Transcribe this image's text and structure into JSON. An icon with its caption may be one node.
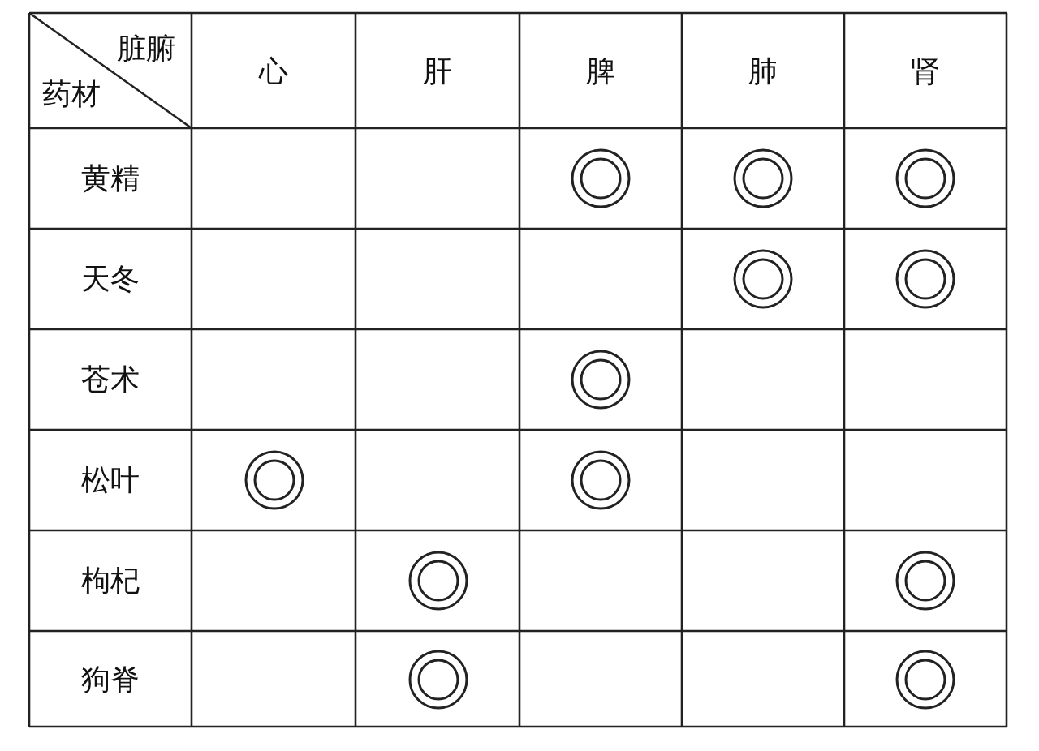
{
  "diagram": {
    "nodes": [
      {
        "text": [],
        "shape": "circle"
      },
      {
        "text": [],
        "shape": "circle"
      },
      {
        "text": [],
        "shape": "circle"
      },
      {
        "text": [],
        "shape": "circle"
      },
      {
        "text": [],
        "shape": "circle"
      },
      {
        "text": [],
        "shape": "circle"
      },
      {
        "text": [],
        "shape": "circle"
      },
      {
        "text": [],
        "shape": "circle"
      },
      {
        "text": [],
        "shape": "circle"
      },
      {
        "text": [],
        "shape": "circle"
      },
      {
        "text": [],
        "shape": "circle"
      },
      {
        "text": [],
        "shape": "circle"
      }
    ],
    "labels": [
      "脏腑",
      "药材",
      "心",
      "肝",
      "脾",
      "肺",
      "肾",
      "黄精",
      "天冬",
      "苍术",
      "松叶",
      "枸杞",
      "狗脊"
    ]
  }
}
